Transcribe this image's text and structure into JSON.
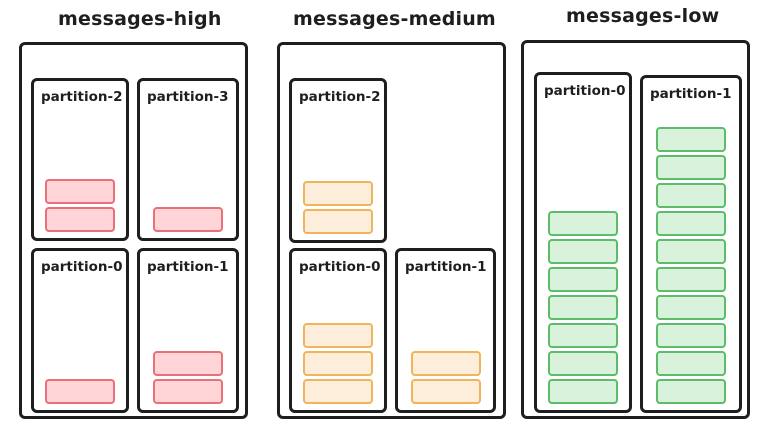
{
  "topics": [
    {
      "name": "messages-high",
      "color": "red",
      "partitions": [
        {
          "label": "partition-2",
          "messages": 2
        },
        {
          "label": "partition-3",
          "messages": 1
        },
        {
          "label": "partition-0",
          "messages": 1
        },
        {
          "label": "partition-1",
          "messages": 2
        }
      ]
    },
    {
      "name": "messages-medium",
      "color": "orange",
      "partitions": [
        {
          "label": "partition-2",
          "messages": 2
        },
        {
          "label": "partition-0",
          "messages": 3
        },
        {
          "label": "partition-1",
          "messages": 2
        }
      ]
    },
    {
      "name": "messages-low",
      "color": "green",
      "partitions": [
        {
          "label": "partition-0",
          "messages": 7
        },
        {
          "label": "partition-1",
          "messages": 10
        }
      ]
    }
  ],
  "colors": {
    "red_fill": "#ffd5d8",
    "red_stroke": "#eb6f78",
    "orange_fill": "#fdeedc",
    "orange_stroke": "#f0b45a",
    "green_fill": "#d8f2dc",
    "green_stroke": "#5cbc69"
  }
}
